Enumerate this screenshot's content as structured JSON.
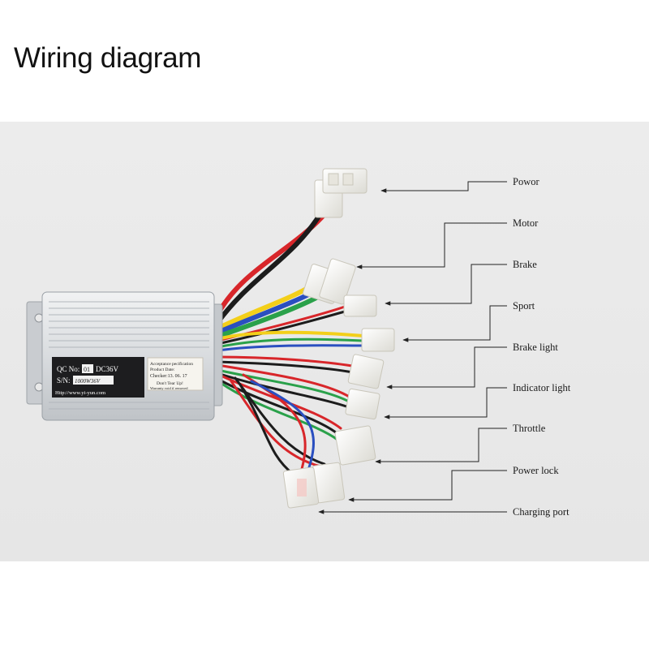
{
  "title": "Wiring diagram",
  "labels": [
    "Powor",
    "Motor",
    "Brake",
    "Sport",
    "Brake light",
    "Indicator light",
    "Throttle",
    "Power lock",
    "Charging port"
  ],
  "controller": {
    "qc_label": "QC No:",
    "qc_value": "01",
    "voltage": "DC36V",
    "sn_label": "S/N:",
    "sn_value": "1000W36V",
    "url": "Http://www.yi-yun.com",
    "sticker_line1": "Acceptance pecification",
    "sticker_line2": "Product Date:",
    "sticker_line3": "Checker:13. 06. 17",
    "sticker_line4": "Don't Tear Up!",
    "sticker_line5": "Warranty void if removed"
  },
  "colors": {
    "background": "#ffffff",
    "panel": "#e9e9e9",
    "text": "#1a1a1a",
    "pointer": "#222222",
    "wire_red": "#d8262a",
    "wire_black": "#1c1c1c",
    "wire_yellow": "#f3cf1a",
    "wire_green": "#2aa14a",
    "wire_blue": "#2a4fc0",
    "wire_white": "#f2f2ef",
    "connector": "#f4f3ee"
  }
}
